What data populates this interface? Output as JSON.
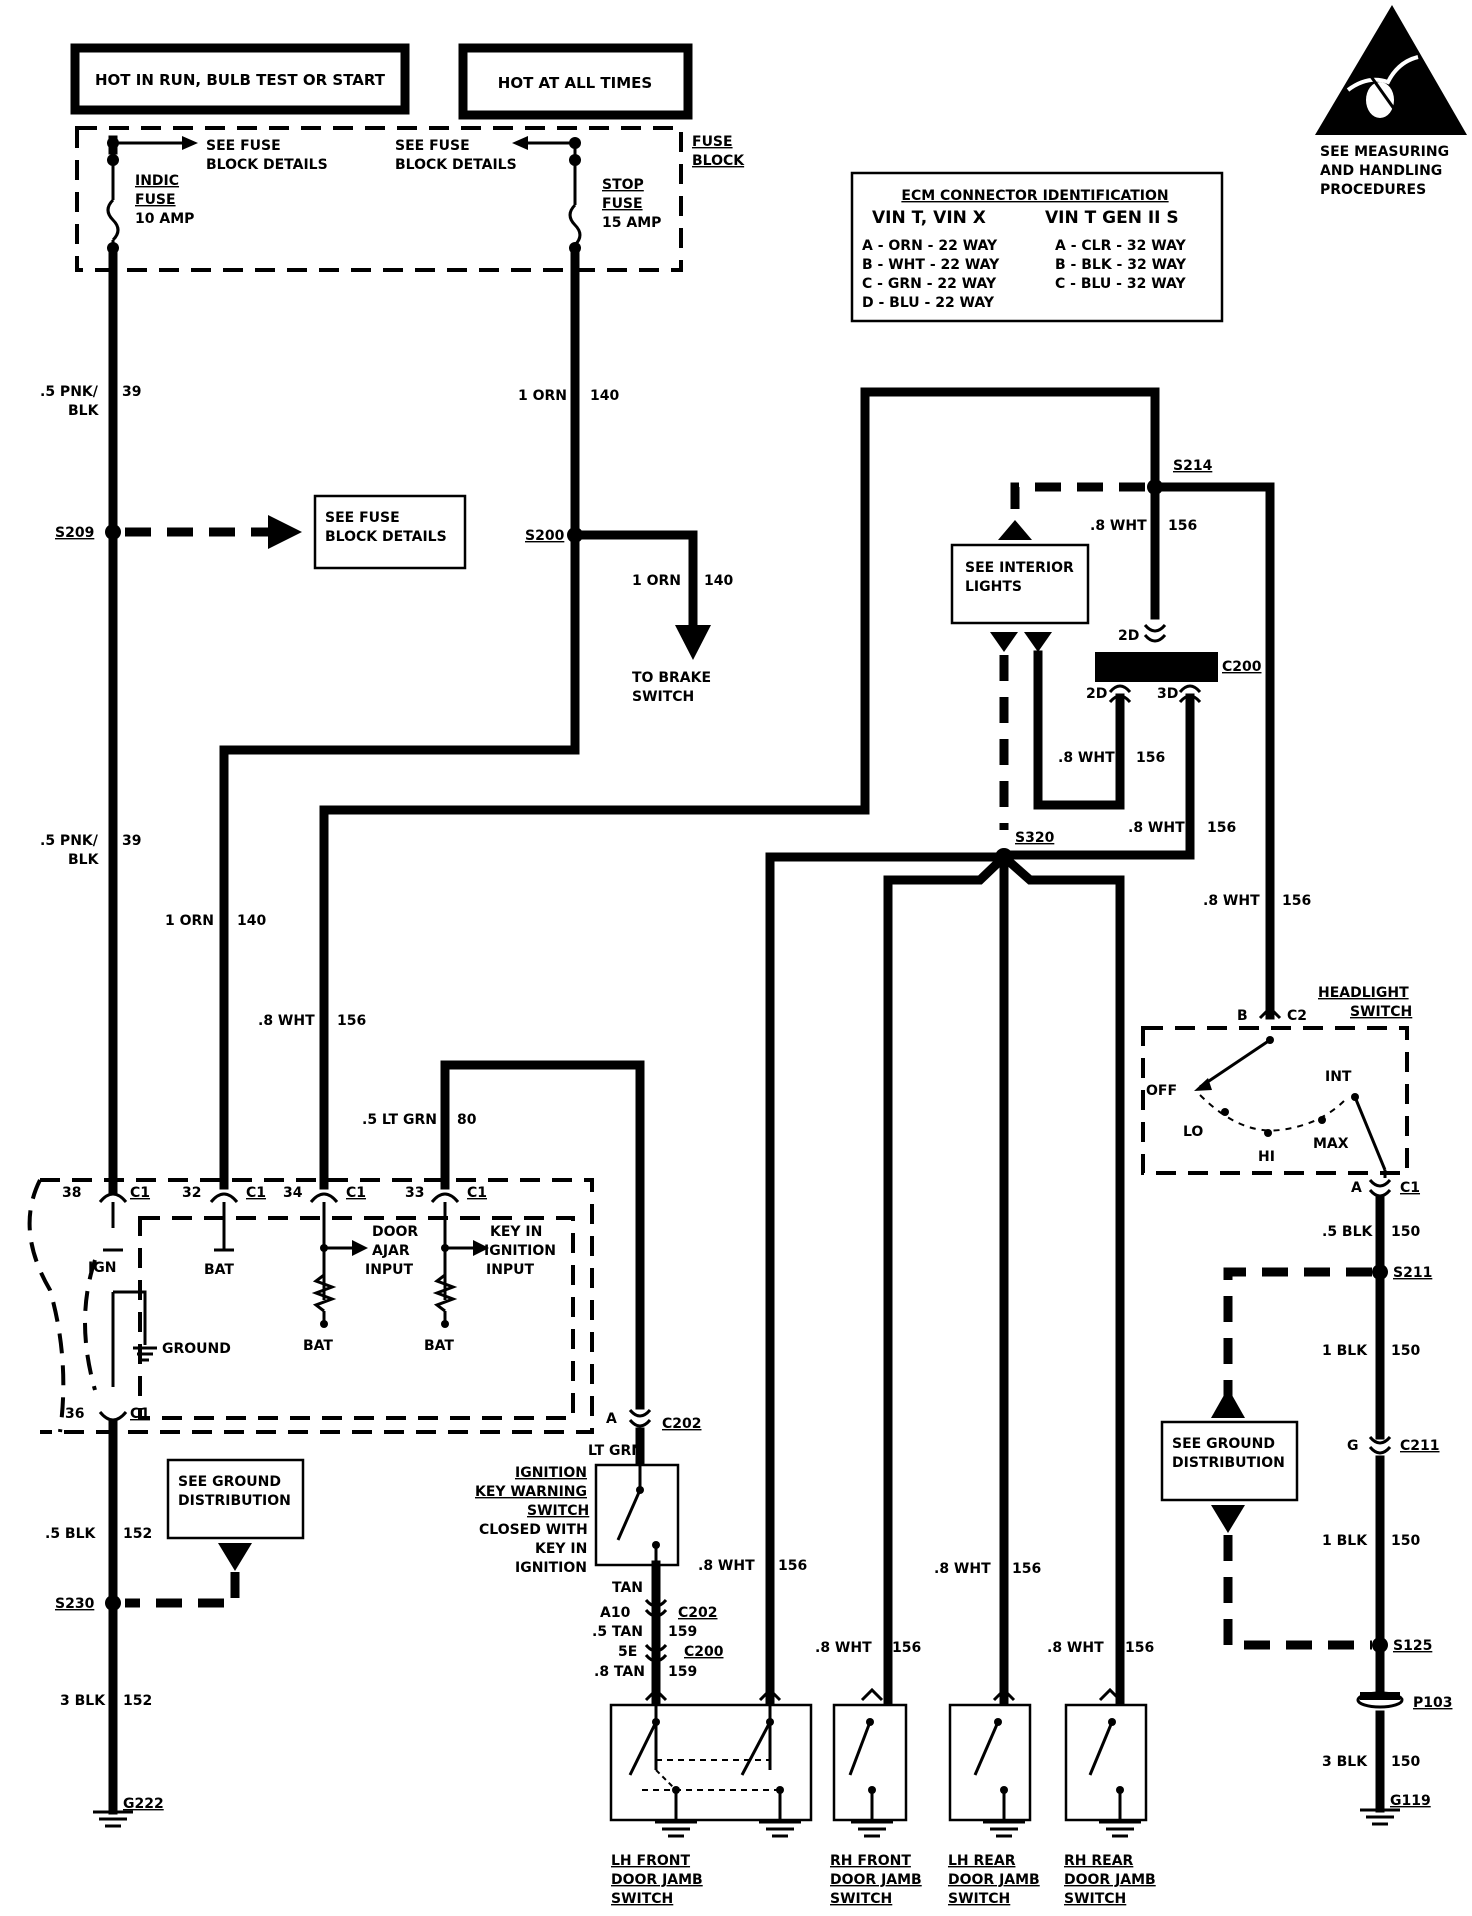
{
  "header": {
    "hot_run": "HOT IN RUN, BULB TEST OR START",
    "hot_all": "HOT AT ALL TIMES"
  },
  "esd": {
    "line1": "SEE MEASURING",
    "line2": "AND HANDLING",
    "line3": "PROCEDURES"
  },
  "fuse_block": {
    "label1": "FUSE",
    "label2": "BLOCK",
    "see1a": "SEE FUSE",
    "see1b": "BLOCK DETAILS",
    "see2a": "SEE FUSE",
    "see2b": "BLOCK DETAILS",
    "indic1": "INDIC",
    "indic2": "FUSE",
    "indic3": "10 AMP",
    "stop1": "STOP",
    "stop2": "FUSE",
    "stop3": "15 AMP"
  },
  "ecm": {
    "title": "ECM CONNECTOR IDENTIFICATION",
    "col1_head": "VIN T, VIN X",
    "col2_head": "VIN T  GEN II S",
    "col1": [
      "A  - ORN   -  22 WAY",
      "B  - WHT   -  22 WAY",
      "C  - GRN   -  22 WAY",
      "D  - BLU   -  22 WAY"
    ],
    "col2": [
      "A - CLR  - 32 WAY",
      "B - BLK  - 32 WAY",
      "C - BLU  - 32 WAY"
    ]
  },
  "wires": {
    "pnk1_a": ".5 PNK/",
    "pnk1_b": "BLK",
    "pnk1_n": "39",
    "orn1": "1 ORN",
    "orn1_n": "140",
    "s209": "S209",
    "s200": "S200",
    "see_fuse3a": "SEE FUSE",
    "see_fuse3b": "BLOCK DETAILS",
    "orn2": "1 ORN",
    "orn2_n": "140",
    "to_brake1": "TO BRAKE",
    "to_brake2": "SWITCH",
    "pnk2_a": ".5 PNK/",
    "pnk2_b": "BLK",
    "pnk2_n": "39",
    "orn3": "1 ORN",
    "orn3_n": "140",
    "wht1": ".8 WHT",
    "wht1_n": "156",
    "ltgrn": ".5 LT GRN",
    "ltgrn_n": "80",
    "s214": "S214",
    "wht_s214": ".8 WHT",
    "wht_s214_n": "156",
    "see_int1": "SEE INTERIOR",
    "see_int2": "LIGHTS",
    "c200": "C200",
    "pin2d_top": "2D",
    "pin2d": "2D",
    "pin3d": "3D",
    "wht_c200a": ".8 WHT",
    "wht_c200a_n": "156",
    "wht_c200b": ".8 WHT",
    "wht_c200b_n": "156",
    "s320": "S320",
    "wht_hs": ".8 WHT",
    "wht_hs_n": "156"
  },
  "headlight": {
    "title1": "HEADLIGHT",
    "title2": "SWITCH",
    "pin_b": "B",
    "c2": "C2",
    "off": "OFF",
    "lo": "LO",
    "hi": "HI",
    "int": "INT",
    "max": "MAX",
    "pin_a": "A",
    "c1": "C1"
  },
  "right_ground": {
    "blk1": ".5 BLK",
    "blk1_n": "150",
    "s211": "S211",
    "blk2": "1 BLK",
    "blk2_n": "150",
    "g": "G",
    "c211": "C211",
    "blk3": "1 BLK",
    "blk3_n": "150",
    "see_g1": "SEE GROUND",
    "see_g2": "DISTRIBUTION",
    "s125": "S125",
    "p103": "P103",
    "blk4": "3 BLK",
    "blk4_n": "150",
    "g119": "G119"
  },
  "module": {
    "p38": "38",
    "p32": "32",
    "p34": "34",
    "p33": "33",
    "p36": "36",
    "c1": "C1",
    "ign": "IGN",
    "bat": "BAT",
    "door1": "DOOR",
    "door2": "AJAR",
    "door3": "INPUT",
    "key1": "KEY IN",
    "key2": "IGNITION",
    "key3": "INPUT",
    "bat2": "BAT",
    "bat3": "BAT",
    "ground": "GROUND"
  },
  "left_ground": {
    "blk1": ".5 BLK",
    "blk1_n": "152",
    "see_g1": "SEE GROUND",
    "see_g2": "DISTRIBUTION",
    "s230": "S230",
    "blk2": "3 BLK",
    "blk2_n": "152",
    "g222": "G222"
  },
  "ign_switch": {
    "pin_a": "A",
    "c202": "C202",
    "ltgrn": "LT GRN",
    "l1": "IGNITION",
    "l2": "KEY WARNING",
    "l3": "SWITCH",
    "l4": "CLOSED WITH",
    "l5": "KEY IN",
    "l6": "IGNITION",
    "tan": "TAN",
    "a10": "A10",
    "c202b": "C202",
    "tan1": ".5 TAN",
    "tan1_n": "159",
    "e5": "5E",
    "c200": "C200",
    "tan2": ".8 TAN",
    "tan2_n": "159"
  },
  "door_wires": {
    "w1": ".8 WHT",
    "w1_n": "156",
    "w2": ".8 WHT",
    "w2_n": "156",
    "w3": ".8 WHT",
    "w3_n": "156",
    "w4": ".8 WHT",
    "w4_n": "156"
  },
  "switches": {
    "lhf1": "LH FRONT",
    "lhf2": "DOOR JAMB",
    "lhf3": "SWITCH",
    "rhf1": "RH FRONT",
    "rhf2": "DOOR JAMB",
    "rhf3": "SWITCH",
    "lhr1": "LH REAR",
    "lhr2": "DOOR JAMB",
    "lhr3": "SWITCH",
    "rhr1": "RH REAR",
    "rhr2": "DOOR JAMB",
    "rhr3": "SWITCH"
  }
}
